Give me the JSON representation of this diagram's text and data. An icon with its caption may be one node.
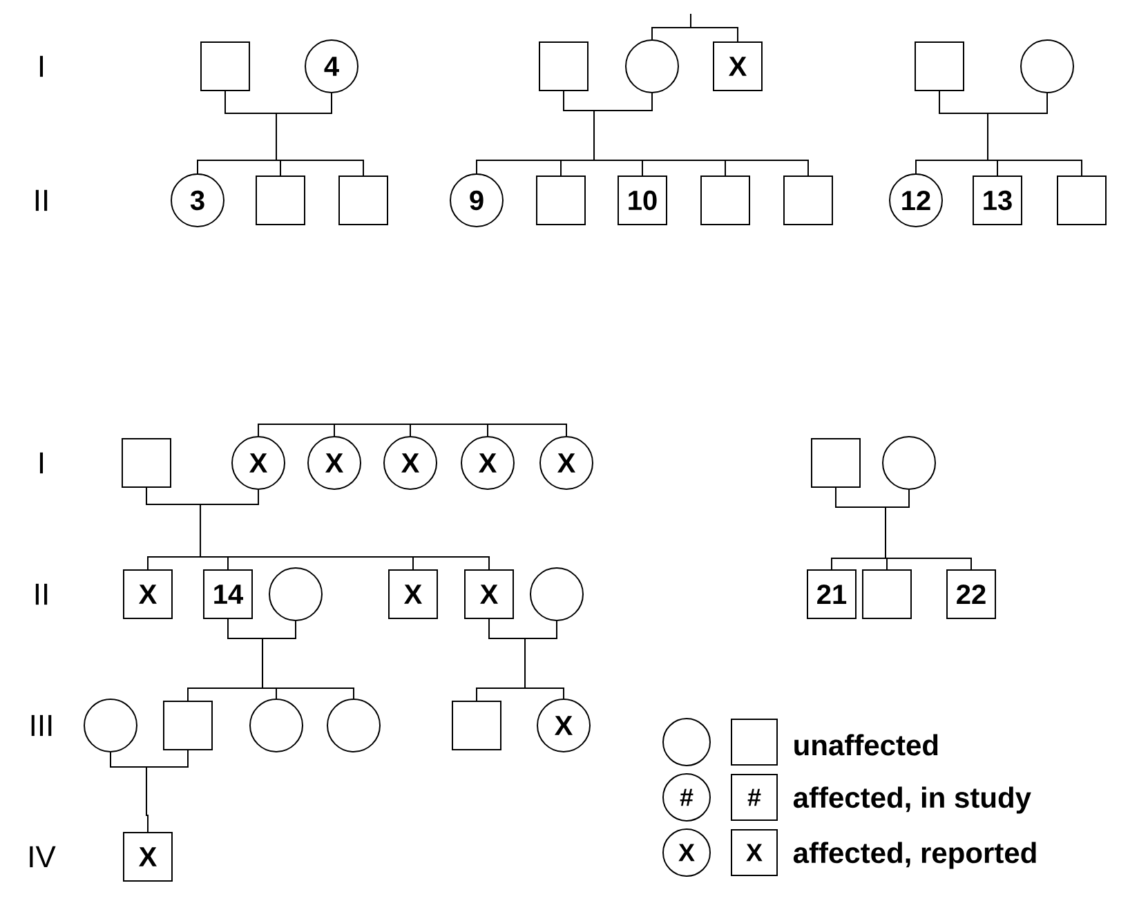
{
  "diagram": {
    "nodes": [
      {
        "text": [],
        "shape": "box"
      },
      {
        "text": [
          "4"
        ]
      },
      {
        "text": [],
        "shape": "box"
      },
      {
        "text": [],
        "shape": "circle"
      },
      {
        "text": [
          "X"
        ]
      },
      {
        "text": [],
        "shape": "box"
      },
      {
        "text": [],
        "shape": "circle"
      },
      {
        "text": [
          "3"
        ]
      },
      {
        "text": [],
        "shape": "box"
      },
      {
        "text": [],
        "shape": "box"
      },
      {
        "text": [
          "9"
        ]
      },
      {
        "text": [],
        "shape": "box"
      },
      {
        "text": [
          "10"
        ]
      },
      {
        "text": [],
        "shape": "box"
      },
      {
        "text": [],
        "shape": "box"
      },
      {
        "text": [
          "12"
        ]
      },
      {
        "text": [
          "13"
        ]
      },
      {
        "text": [],
        "shape": "box"
      },
      {
        "text": [],
        "shape": "box"
      },
      {
        "text": [
          "X"
        ]
      },
      {
        "text": [
          "X"
        ]
      },
      {
        "text": [
          "X"
        ]
      },
      {
        "text": [
          "X"
        ]
      },
      {
        "text": [
          "X"
        ]
      },
      {
        "text": [],
        "shape": "box"
      },
      {
        "text": [],
        "shape": "circle"
      },
      {
        "text": [
          "X"
        ]
      },
      {
        "text": [
          "14"
        ]
      },
      {
        "text": [],
        "shape": "circle"
      },
      {
        "text": [
          "X"
        ]
      },
      {
        "text": [
          "X"
        ]
      },
      {
        "text": [],
        "shape": "circle"
      },
      {
        "text": [
          "21"
        ]
      },
      {
        "text": [],
        "shape": "box"
      },
      {
        "text": [
          "22"
        ]
      },
      {
        "text": [],
        "shape": "circle"
      },
      {
        "text": [],
        "shape": "box"
      },
      {
        "text": [],
        "shape": "circle"
      },
      {
        "text": [],
        "shape": "circle"
      },
      {
        "text": [],
        "shape": "box"
      },
      {
        "text": [
          "X"
        ]
      },
      {
        "text": [
          "X"
        ]
      }
    ],
    "edges": [
      {
        "from": 0,
        "to": 7,
        "arrow": "none"
      },
      {
        "from": 0,
        "to": 8,
        "arrow": "none"
      },
      {
        "from": 0,
        "to": 9,
        "arrow": "none"
      },
      {
        "from": 1,
        "to": 7,
        "arrow": "none"
      },
      {
        "from": 1,
        "to": 8,
        "arrow": "none"
      },
      {
        "from": 1,
        "to": 9,
        "arrow": "none"
      },
      {
        "from": null,
        "to": 3,
        "arrow": "none"
      },
      {
        "from": null,
        "to": 4,
        "arrow": "none"
      },
      {
        "from": 2,
        "to": 10,
        "arrow": "none"
      },
      {
        "from": 2,
        "to": 11,
        "arrow": "none"
      },
      {
        "from": 2,
        "to": 12,
        "arrow": "none"
      },
      {
        "from": 2,
        "to": 13,
        "arrow": "none"
      },
      {
        "from": 2,
        "to": 14,
        "arrow": "none"
      },
      {
        "from": 3,
        "to": 10,
        "arrow": "none"
      },
      {
        "from": 3,
        "to": 11,
        "arrow": "none"
      },
      {
        "from": 3,
        "to": 12,
        "arrow": "none"
      },
      {
        "from": 3,
        "to": 13,
        "arrow": "none"
      },
      {
        "from": 3,
        "to": 14,
        "arrow": "none"
      },
      {
        "from": 5,
        "to": 15,
        "arrow": "none"
      },
      {
        "from": 5,
        "to": 16,
        "arrow": "none"
      },
      {
        "from": 5,
        "to": 17,
        "arrow": "none"
      },
      {
        "from": 6,
        "to": 15,
        "arrow": "none"
      },
      {
        "from": 6,
        "to": 16,
        "arrow": "none"
      },
      {
        "from": 6,
        "to": 17,
        "arrow": "none"
      },
      {
        "from": 19,
        "to": 20,
        "arrow": "none"
      },
      {
        "from": 19,
        "to": 21,
        "arrow": "none"
      },
      {
        "from": 19,
        "to": 22,
        "arrow": "none"
      },
      {
        "from": 19,
        "to": 23,
        "arrow": "none"
      },
      {
        "from": 18,
        "to": 26,
        "arrow": "none"
      },
      {
        "from": 18,
        "to": 27,
        "arrow": "none"
      },
      {
        "from": 18,
        "to": 29,
        "arrow": "none"
      },
      {
        "from": 18,
        "to": 30,
        "arrow": "none"
      },
      {
        "from": 19,
        "to": 26,
        "arrow": "none"
      },
      {
        "from": 19,
        "to": 27,
        "arrow": "none"
      },
      {
        "from": 19,
        "to": 29,
        "arrow": "none"
      },
      {
        "from": 19,
        "to": 30,
        "arrow": "none"
      },
      {
        "from": 24,
        "to": 32,
        "arrow": "none"
      },
      {
        "from": 24,
        "to": 33,
        "arrow": "none"
      },
      {
        "from": 24,
        "to": 34,
        "arrow": "none"
      },
      {
        "from": 25,
        "to": 32,
        "arrow": "none"
      },
      {
        "from": 25,
        "to": 33,
        "arrow": "none"
      },
      {
        "from": 25,
        "to": 34,
        "arrow": "none"
      },
      {
        "from": 27,
        "to": 36,
        "arrow": "none"
      },
      {
        "from": 27,
        "to": 37,
        "arrow": "none"
      },
      {
        "from": 27,
        "to": 38,
        "arrow": "none"
      },
      {
        "from": 28,
        "to": 36,
        "arrow": "none"
      },
      {
        "from": 28,
        "to": 37,
        "arrow": "none"
      },
      {
        "from": 28,
        "to": 38,
        "arrow": "none"
      },
      {
        "from": 30,
        "to": 39,
        "arrow": "none"
      },
      {
        "from": 30,
        "to": 40,
        "arrow": "none"
      },
      {
        "from": 31,
        "to": 39,
        "arrow": "none"
      },
      {
        "from": 31,
        "to": 40,
        "arrow": "none"
      },
      {
        "from": 35,
        "to": 41,
        "arrow": "none"
      },
      {
        "from": 36,
        "to": 41,
        "arrow": "none"
      }
    ],
    "labels": [
      "I",
      "II",
      "I",
      "II",
      "III",
      "IV",
      "#",
      "#",
      "X",
      "X"
    ],
    "legend": [
      {
        "text": "unaffected"
      },
      {
        "text": "affected, in study"
      },
      {
        "text": "affected, reported"
      }
    ]
  }
}
